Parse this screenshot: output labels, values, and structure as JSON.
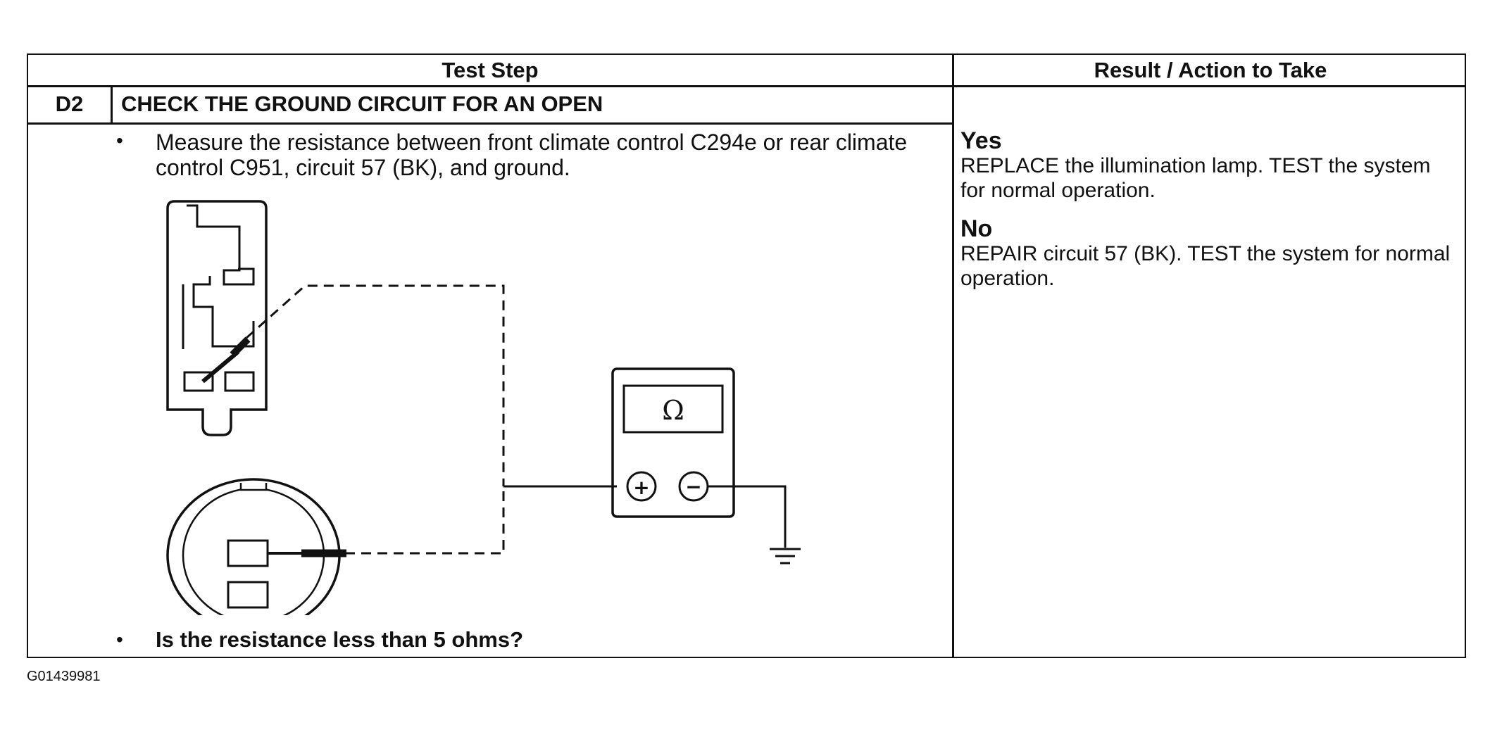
{
  "table": {
    "header_test_step": "Test Step",
    "header_result": "Result / Action to Take"
  },
  "step": {
    "number": "D2",
    "title": "CHECK THE GROUND CIRCUIT FOR AN OPEN",
    "bullet": "•",
    "instruction": "Measure the resistance between front climate control C294e or rear climate control C951, circuit 57 (BK), and ground.",
    "question": "Is the resistance less than 5 ohms?"
  },
  "diagram": {
    "meter_symbol": "Ω",
    "plus_symbol": "+",
    "minus_symbol": "−"
  },
  "results": [
    {
      "label": "Yes",
      "action": "REPLACE the illumination lamp. TEST the system for normal operation."
    },
    {
      "label": "No",
      "action": "REPAIR circuit 57 (BK). TEST the system for normal operation."
    }
  ],
  "figure_id": "G01439981"
}
